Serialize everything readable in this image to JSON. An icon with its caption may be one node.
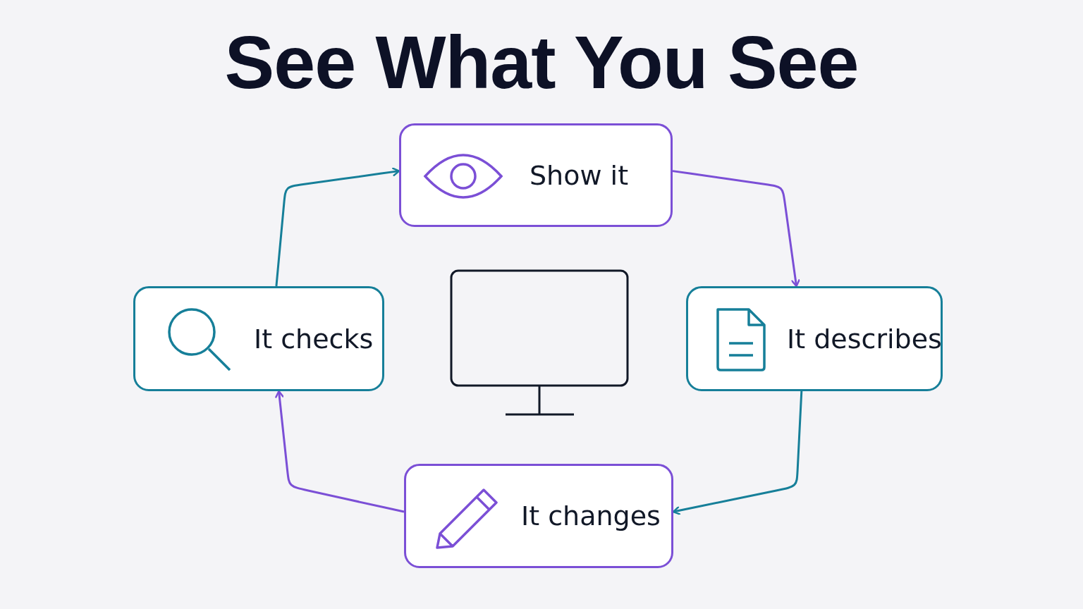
{
  "diagram": {
    "title": "See What You See",
    "nodes": [
      {
        "text": [
          "Show it"
        ]
      },
      {
        "text": [
          "It describes"
        ]
      },
      {
        "text": [
          "It changes"
        ]
      },
      {
        "text": [
          "It checks"
        ]
      }
    ],
    "edges": [
      {
        "from": 0,
        "to": 1,
        "arrow": "to",
        "color": "#7b4fd6"
      },
      {
        "from": 1,
        "to": 2,
        "arrow": "to",
        "color": "#167f99"
      },
      {
        "from": 2,
        "to": 3,
        "arrow": "to",
        "color": "#7b4fd6"
      },
      {
        "from": 3,
        "to": 0,
        "arrow": "to",
        "color": "#167f99"
      }
    ]
  }
}
